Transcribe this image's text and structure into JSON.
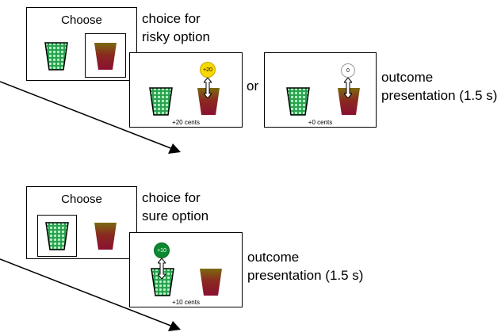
{
  "panels": {
    "choose_label": "Choose"
  },
  "captions": {
    "risky_choice_line1": "choice for",
    "risky_choice_line2": "risky option",
    "sure_choice_line1": "choice for",
    "sure_choice_line2": "sure option",
    "outcome_line1": "outcome",
    "outcome_line2": "presentation (1.5 s)",
    "outcome2_line1": "outcome",
    "outcome2_line2": "presentation (1.5 s)"
  },
  "connector": {
    "or": "or"
  },
  "coins": {
    "risky_win": "+20",
    "risky_zero": "0",
    "sure_win": "+10"
  },
  "earnings": {
    "risky_win": "+20 cents",
    "risky_zero": "+0 cents",
    "sure_win": "+10 cents"
  },
  "colors": {
    "coin_gold": "#f9d800",
    "coin_green": "#0a8a30",
    "sure_cup_green": "#1e9a45",
    "risky_cup_top": "#7a6a10",
    "risky_cup_bottom": "#8a1030"
  }
}
